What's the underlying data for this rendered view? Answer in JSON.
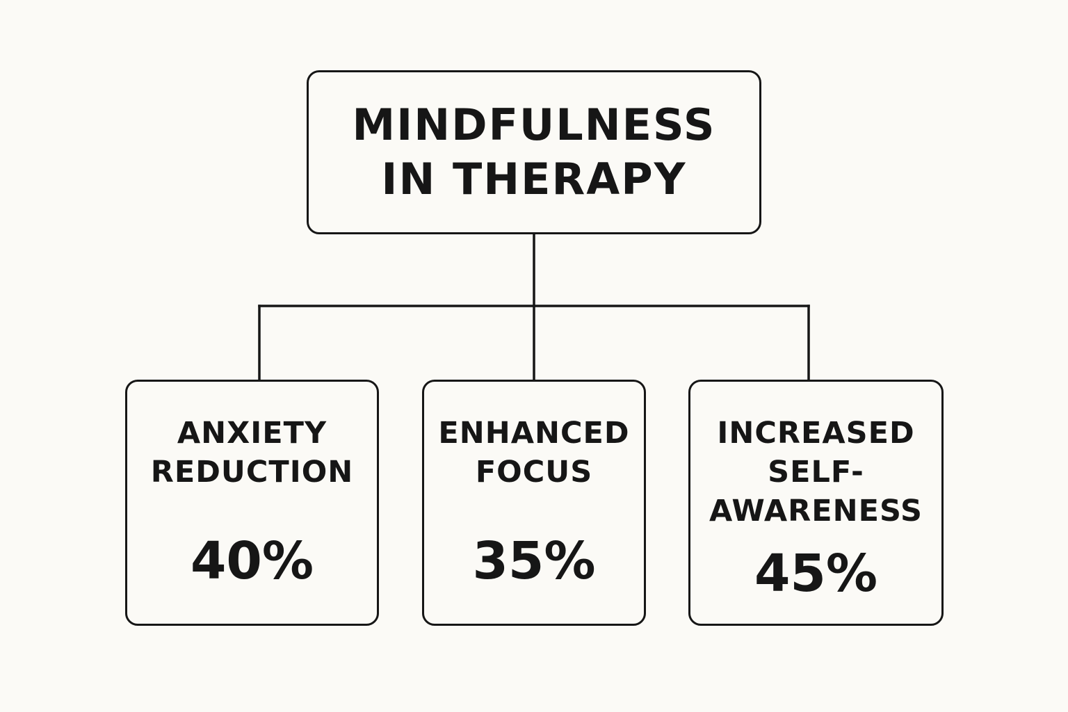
{
  "diagram": {
    "root": {
      "lines": [
        "MINDFULNESS",
        "IN THERAPY"
      ]
    },
    "children": [
      {
        "lines": [
          "ANXIETY",
          "REDUCTION"
        ],
        "value": "40%"
      },
      {
        "lines": [
          "ENHANCED",
          "FOCUS"
        ],
        "value": "35%"
      },
      {
        "lines": [
          "INCREASED",
          "SELF-",
          "AWARENESS"
        ],
        "value": "45%"
      }
    ]
  },
  "colors": {
    "background": "#fbfaf6",
    "ink": "#161616"
  }
}
